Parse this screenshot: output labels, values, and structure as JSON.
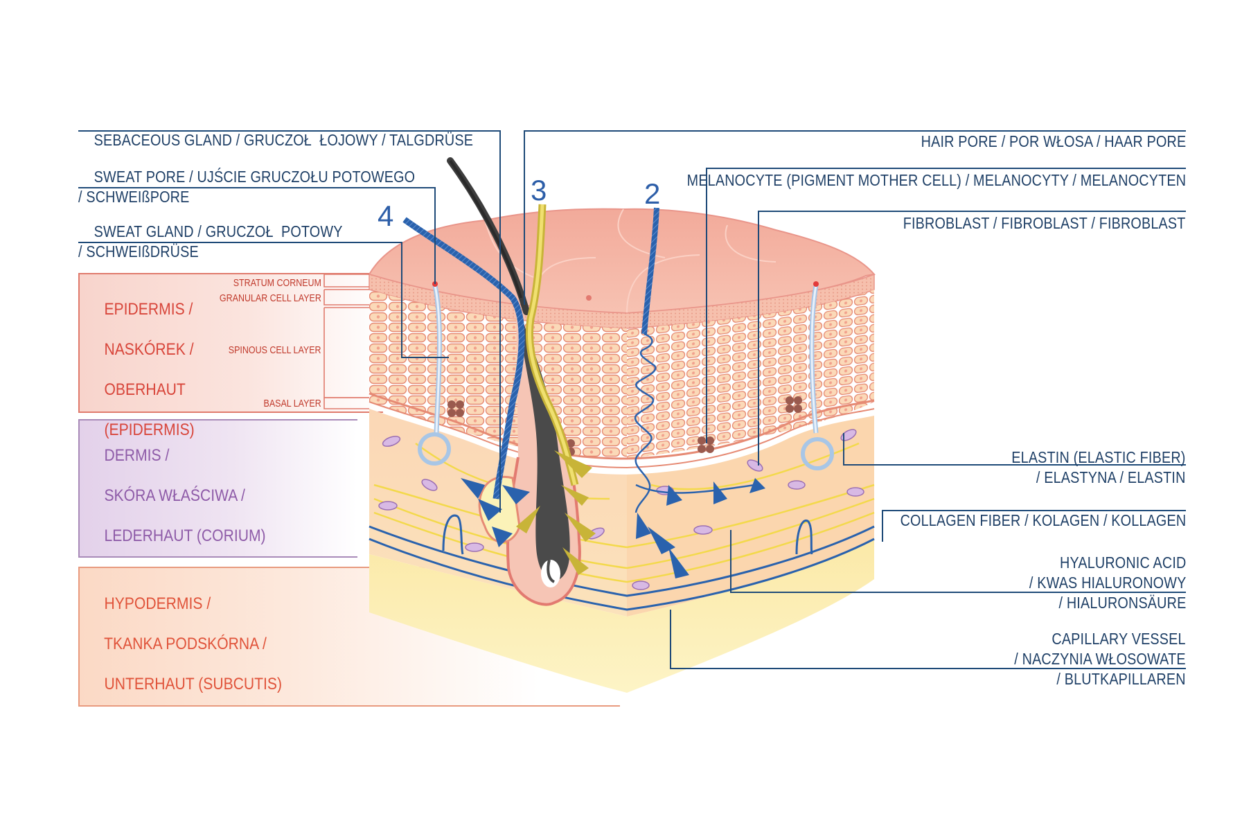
{
  "labels_left": [
    {
      "key": "sebaceous",
      "lines": [
        "SEBACEOUS GLAND / GRUCZOŁ  ŁOJOWY / TALGDRÜSE"
      ]
    },
    {
      "key": "sweat_pore",
      "lines": [
        "SWEAT PORE / UJŚCIE GRUCZOŁU POTOWEGO",
        "/ SCHWEIßPORE"
      ]
    },
    {
      "key": "sweat_gland",
      "lines": [
        "SWEAT GLAND / GRUCZOŁ  POTOWY",
        "/ SCHWEIßDRÜSE"
      ]
    }
  ],
  "labels_right": [
    {
      "key": "hair_pore",
      "lines": [
        "HAIR PORE / POR WŁOSA / HAAR PORE"
      ]
    },
    {
      "key": "melanocyte",
      "lines": [
        "MELANOCYTE (PIGMENT MOTHER CELL) / MELANOCYTY / MELANOCYTEN"
      ]
    },
    {
      "key": "fibroblast",
      "lines": [
        "FIBROBLAST / FIBROBLAST / FIBROBLAST"
      ]
    },
    {
      "key": "elastin",
      "lines": [
        "ELASTIN (ELASTIC FIBER)",
        "/ ELASTYNA / ELASTIN"
      ]
    },
    {
      "key": "collagen",
      "lines": [
        "COLLAGEN FIBER / KOLAGEN / KOLLAGEN"
      ]
    },
    {
      "key": "hyaluronic",
      "lines": [
        "HYALURONIC ACID",
        "/ KWAS HIALURONOWY",
        "/ HIALURONSÄURE"
      ]
    },
    {
      "key": "capillary",
      "lines": [
        "CAPILLARY VESSEL",
        "/ NACZYNIA WŁOSOWATE",
        "/ BLUTKAPILLAREN"
      ]
    }
  ],
  "zones": {
    "epidermis": {
      "lines": [
        "EPIDERMIS /",
        "NASKÓREK /",
        "OBERHAUT",
        "(EPIDERMIS)"
      ],
      "color": "#d8453a"
    },
    "dermis": {
      "lines": [
        "DERMIS /",
        "SKÓRA WŁAŚCIWA /",
        "LEDERHAUT (CORIUM)"
      ],
      "color": "#8e5ba8"
    },
    "hypodermis": {
      "lines": [
        "HYPODERMIS /",
        "TKANKA PODSKÓRNA /",
        "UNTERHAUT (SUBCUTIS)"
      ],
      "color": "#e0533a"
    }
  },
  "layers": {
    "stratum": "STRATUM CORNEUM",
    "granular": "GRANULAR CELL LAYER",
    "spinous": "SPINOUS CELL LAYER",
    "basal": "BASAL LAYER"
  },
  "numbers": {
    "n4": "4",
    "n3": "3",
    "n2": "2"
  },
  "colors": {
    "label": "#1e3f66",
    "leader": "#1e4a78",
    "number": "#2d5ea8"
  }
}
